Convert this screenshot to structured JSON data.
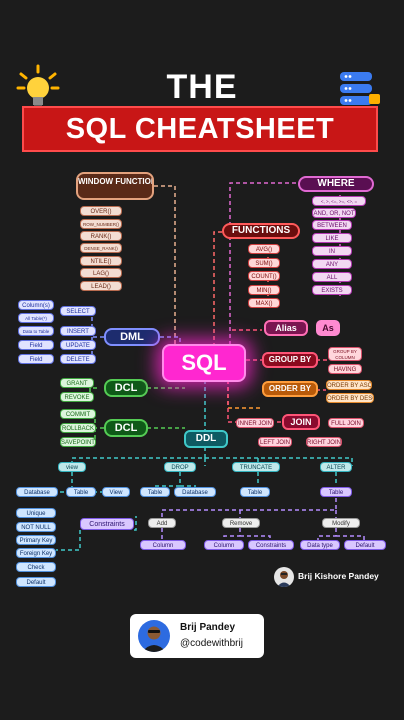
{
  "title": {
    "the": "THE",
    "main": "SQL CHEATSHEET"
  },
  "center": "SQL",
  "window_functions": {
    "label": "WINDOW FUNCTIONS",
    "items": [
      "OVER()",
      "ROW_NUMBER()",
      "RANK()",
      "DENSE_RANK()",
      "NTILE()",
      "LAG()",
      "LEAD()"
    ]
  },
  "where": {
    "label": "WHERE",
    "items": [
      "<, >, <=, >=, <>, =",
      "AND, OR, NOT",
      "BETWEEN",
      "LIKE",
      "IN",
      "ANY",
      "ALL",
      "EXISTS"
    ]
  },
  "functions": {
    "label": "FUNCTIONS",
    "items": [
      "AVG()",
      "SUM()",
      "COUNT()",
      "MIN()",
      "MAX()"
    ]
  },
  "dml": {
    "label": "DML",
    "left": [
      "Column(s)",
      "All Table(*)",
      "Data to Table",
      "Field",
      "Field"
    ],
    "items": [
      "SELECT",
      "INSERT",
      "UPDATE",
      "DELETE"
    ]
  },
  "dcl1": {
    "label": "DCL",
    "items": [
      "GRANT",
      "REVOKE"
    ]
  },
  "tcl": {
    "label": "DCL",
    "items": [
      "COMMIT",
      "ROLLBACK",
      "SAVEPOINT"
    ]
  },
  "alias": {
    "label": "Alias",
    "as": "As"
  },
  "group_by": {
    "label": "GROUP BY",
    "items": [
      "GROUP BY COLUMN",
      "HAVING"
    ]
  },
  "order_by": {
    "label": "ORDER BY",
    "items": [
      "ORDER BY ASC",
      "ORDER BY DESC"
    ]
  },
  "join": {
    "label": "JOIN",
    "items": [
      "INNER JOIN",
      "FULL JOIN",
      "LEFT JOIN",
      "RIGHT JOIN"
    ]
  },
  "ddl": {
    "label": "DDL",
    "drop": "DROP",
    "view": "view",
    "truncate": "TRUNCATE",
    "alter": "ALTER",
    "view_targets": [
      "Database",
      "Table",
      "View"
    ],
    "drop_targets": [
      "Table",
      "Database"
    ],
    "truncate_target": "Table",
    "alter_target": "Table",
    "constraints_list": [
      "Unique",
      "NOT NULL",
      "Primary Key",
      "Foreign Key",
      "Check",
      "Default"
    ],
    "constraints": "Constraints",
    "add": "Add",
    "remove": "Remove",
    "modify": "Modify",
    "add_items": [
      "Column"
    ],
    "remove_items": [
      "Column",
      "Constraints"
    ],
    "modify_items": [
      "Data type",
      "Default"
    ]
  },
  "author_small": "Brij Kishore Pandey",
  "card": {
    "name": "Brij Pandey",
    "handle": "@codewithbrij"
  },
  "colors": {
    "background": "#1c1c1c",
    "banner": "#c81616",
    "center_glow": "#ff27d0"
  }
}
